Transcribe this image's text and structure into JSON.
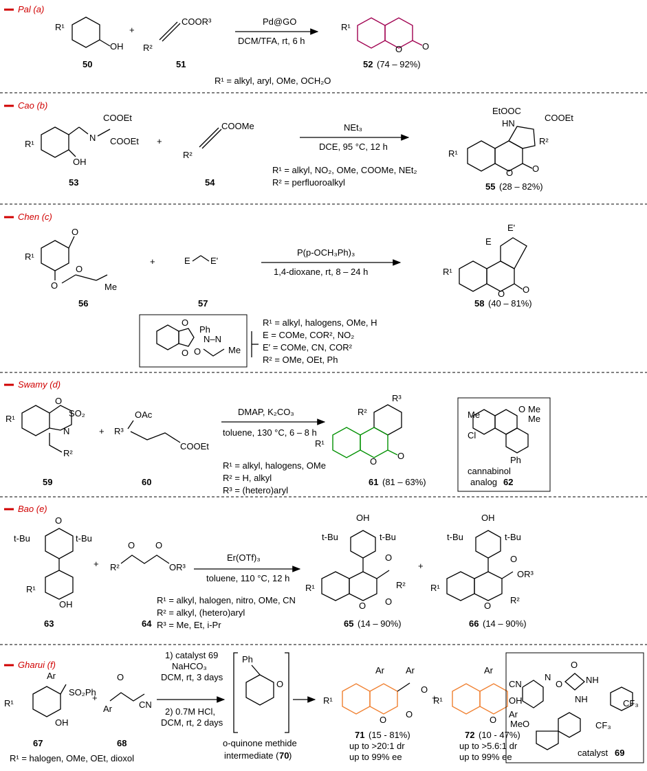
{
  "colors": {
    "heading": "#d00000",
    "magenta": "#a00050",
    "blue": "#0000cc",
    "pink": "#e000e0",
    "green": "#009000",
    "orange": "#f08030"
  },
  "sections": [
    {
      "heading": "Pal (a)",
      "reactant1_label": "50",
      "reactant2_label": "51",
      "r1_group": "R¹",
      "r2_ester": "COOR³",
      "r2_group": "R²",
      "oh": "OH",
      "plus": "+",
      "conditions": [
        "Pd@GO",
        "DCM/TFA, rt, 6 h"
      ],
      "product_label": "52",
      "product_yield": "(74 – 92%)",
      "notes": [
        "R¹ = alkyl, aryl, OMe, OCH₂O"
      ]
    },
    {
      "heading": "Cao (b)",
      "reactant1_label": "53",
      "reactant2_label": "54",
      "r1_esters": [
        "COOEt",
        "COOEt"
      ],
      "r2_ester": "COOMe",
      "product_groups": [
        "EtOOC",
        "COOEt",
        "HN",
        "R²"
      ],
      "conditions": [
        "NEt₃",
        "DCE, 95 °C, 12 h"
      ],
      "product_label": "55",
      "product_yield": "(28 – 82%)",
      "notes": [
        "R¹ = alkyl, NO₂, OMe, COOMe, NEt₂",
        "R² = perfluoroalkyl"
      ]
    },
    {
      "heading": "Chen (c)",
      "reactant1_label": "56",
      "reactant2_label": "57",
      "r1_group": "Me",
      "nucleophile": [
        "E",
        "E'"
      ],
      "conditions": [
        "P(p-OCH₃Ph)₃",
        "1,4-dioxane, rt, 8 – 24 h"
      ],
      "product_label": "58",
      "product_yield": "(40 – 81%)",
      "box_labels": [
        "Ph",
        "N–N",
        "O",
        "Me"
      ],
      "notes": [
        "R¹ = alkyl, halogens, OMe, H",
        "E = COMe, COR², NO₂",
        "E′ = COMe, CN, COR²",
        "R² = OMe, OEt, Ph"
      ]
    },
    {
      "heading": "Swamy (d)",
      "reactant1_label": "59",
      "reactant2_label": "60",
      "r1_groups": [
        "SO₂",
        "N",
        "O",
        "R²"
      ],
      "r2_groups": [
        "OAc",
        "R³",
        "COOEt"
      ],
      "conditions": [
        "DMAP, K₂CO₃",
        "toluene, 130 °C, 6 – 8 h"
      ],
      "product_label": "61",
      "product_yield": "(81 – 63%)",
      "notes": [
        "R¹ = alkyl, halogens, OMe",
        "R² = H, alkyl",
        "R³ = (hetero)aryl"
      ],
      "box_groups": [
        "Me",
        "Me",
        "Me",
        "O",
        "Cl",
        "Ph"
      ],
      "box_caption": [
        "cannabinol",
        "analog"
      ],
      "box_label": "62"
    },
    {
      "heading": "Bao (e)",
      "reactant1_label": "63",
      "reactant2_label": "64",
      "tbu": "t-Bu",
      "ketone_groups": [
        "R²",
        "OR³"
      ],
      "conditions": [
        "Er(OTf)₃",
        "toluene, 110 °C, 12 h"
      ],
      "product1_label": "65",
      "product1_yield": "(14 – 90%)",
      "product2_label": "66",
      "product2_yield": "(14 – 90%)",
      "notes": [
        "R¹ = alkyl, halogen, nitro, OMe, CN",
        "R² = alkyl, (hetero)aryl",
        "R³ = Me, Et, i-Pr"
      ]
    },
    {
      "heading": "Gharui (f)",
      "reactant1_label": "67",
      "reactant2_label": "68",
      "r1_groups": [
        "Ar",
        "SO₂Ph"
      ],
      "r2_groups": [
        "Ar",
        "CN"
      ],
      "conditions": [
        "1) catalyst 69",
        "NaHCO₃",
        "DCM, rt, 3 days",
        "2) 0.7M HCl,",
        "DCM, rt, 2 days"
      ],
      "intermediate_groups": [
        "Ph",
        "O"
      ],
      "intermediate_caption": [
        "o-quinone methide",
        "intermediate ("
      ],
      "intermediate_label": "70",
      "product1_label": "71",
      "product1_yield": "(15 - 81%)",
      "product1_notes": [
        "up to >20:1 dr",
        "up to 99% ee"
      ],
      "product2_label": "72",
      "product2_yield": "(10 - 47%)",
      "product2_notes": [
        "up to >5.6:1 dr",
        "up to 99% ee"
      ],
      "notes": [
        "R¹ = halogen, OMe, OEt, dioxol"
      ],
      "catalyst_groups": [
        "O",
        "O",
        "NH",
        "N",
        "NH",
        "CF₃",
        "CF₃",
        "MeO"
      ],
      "catalyst_caption": "catalyst",
      "catalyst_label": "69"
    }
  ]
}
